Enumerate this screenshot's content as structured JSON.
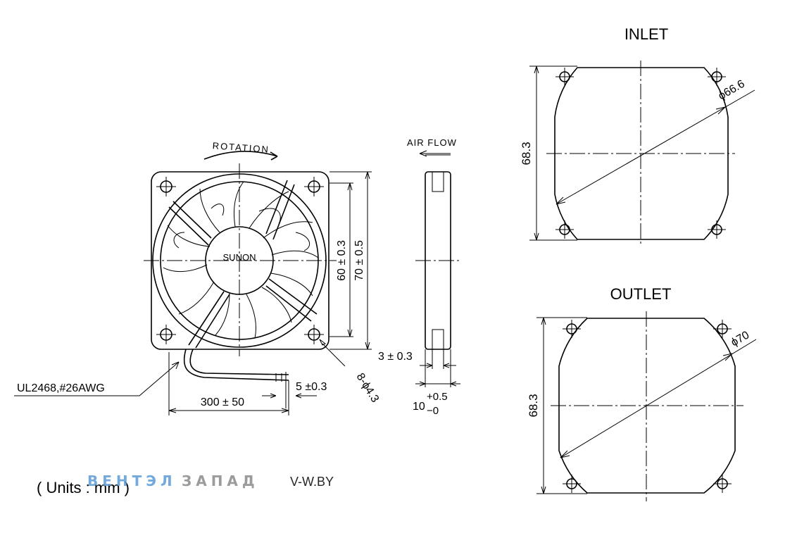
{
  "views": {
    "inlet_title": "INLET",
    "outlet_title": "OUTLET"
  },
  "labels": {
    "rotation": "ROTATION",
    "air_flow": "AIR FLOW",
    "brand": "SUNON",
    "cable": "UL2468,#26AWG",
    "units": "( Units : mm )"
  },
  "dimensions": {
    "inner_height": "60 ± 0.3",
    "outer_height": "70 ± 0.5",
    "holes": "8-ϕ4.3",
    "side_flange": "3 ± 0.3",
    "thickness": "10",
    "thickness_upper_tol": "+0.5",
    "thickness_lower_tol": "−0",
    "lead_strip": "5 ±0.3",
    "lead_length": "300 ± 50",
    "inlet_height": "68.3",
    "inlet_diameter": "ϕ66.6",
    "outlet_height": "68.3",
    "outlet_diameter": "ϕ70"
  },
  "watermark": {
    "brand_part1": "ВЕНТЭЛ",
    "brand_part2": "ЗАПАД",
    "site": "V-W.BY",
    "color_primary": "#5b9bd5",
    "color_secondary": "#8a8a8a"
  }
}
